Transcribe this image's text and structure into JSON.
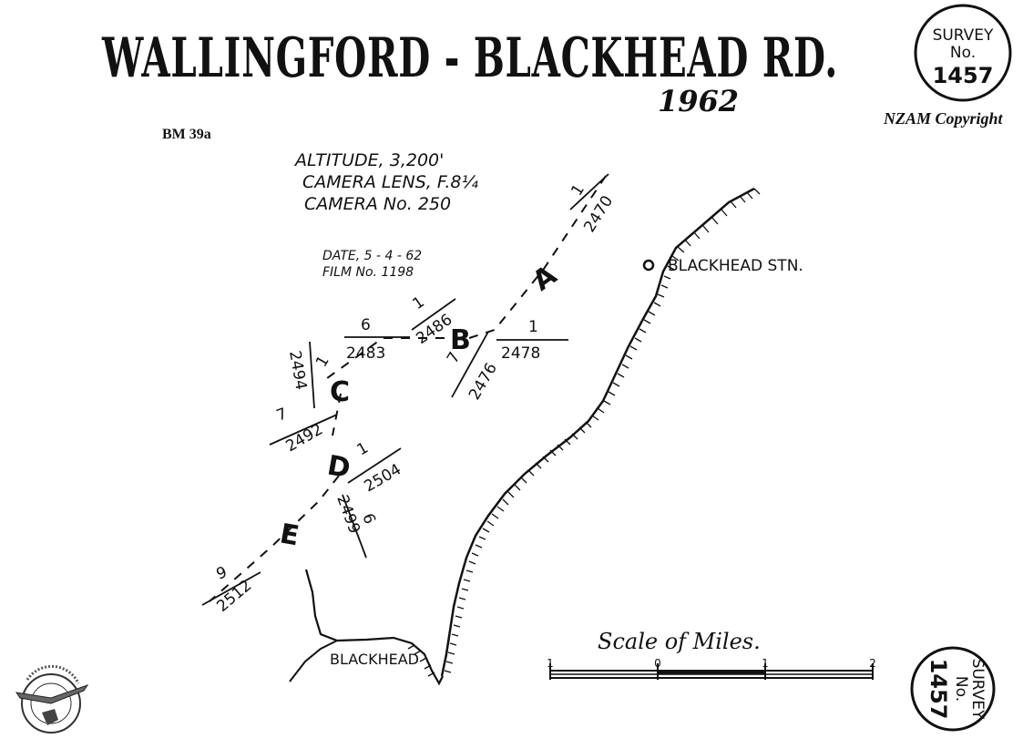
{
  "map": {
    "title": "WALLINGFORD - BLACKHEAD RD.",
    "year": "1962",
    "reference": "BM 39a",
    "copyright": "NZAM Copyright",
    "flight_info": {
      "altitude": "ALTITUDE, 3,200'",
      "camera_lens": "CAMERA LENS, F.8¼",
      "camera_no": "CAMERA No. 250",
      "date": "DATE, 5 - 4 - 62",
      "film_no": "FILM No. 1198"
    },
    "stamp_top": {
      "label1": "SURVEY",
      "label2": "No.",
      "number": "1457"
    },
    "stamp_bottom": {
      "label1": "SURVEY",
      "label2": "No.",
      "number": "1457"
    },
    "places": {
      "station": "BLACKHEAD STN.",
      "blackhead": "BLACKHEAD"
    },
    "strips": {
      "A": {
        "letter": "A",
        "run": "1",
        "frame": "2470"
      },
      "B": {
        "letter": "B",
        "left_run": "6",
        "left_frame": "2483",
        "right_run": "1",
        "right_frame": "2478",
        "top_run": "1",
        "top_frame": "2486",
        "bottom_run": "7",
        "bottom_frame": "2476"
      },
      "C": {
        "letter": "C",
        "run": "1",
        "frame": "2494"
      },
      "D": {
        "letter": "D",
        "left_run": "7",
        "left_frame": "2492",
        "right_run": "1",
        "right_frame": "2504"
      },
      "E": {
        "letter": "E",
        "bottom_run": "6",
        "bottom_frame": "2499",
        "end_run": "9",
        "end_frame": "2512"
      }
    },
    "scale": {
      "title": "Scale of Miles.",
      "ticks": [
        "1",
        "0",
        "1",
        "2"
      ]
    }
  }
}
